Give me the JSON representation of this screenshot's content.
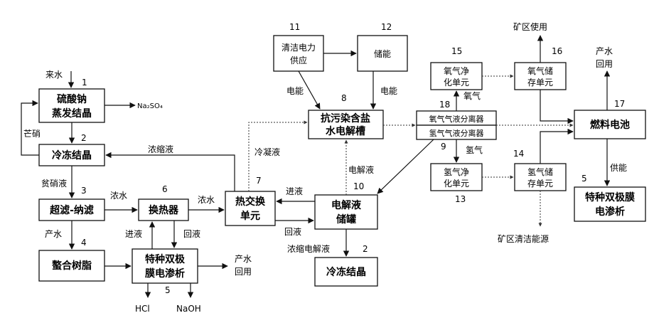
{
  "boxes": {
    "b1": [
      "硫酸钠",
      "蒸发结晶"
    ],
    "b2_top": [
      "冷冻结晶"
    ],
    "b3": [
      "超滤-纳滤"
    ],
    "b4": [
      "螯合树脂"
    ],
    "b6": [
      "换热器"
    ],
    "b5_bottom": [
      "特种双极",
      "膜电渗析"
    ],
    "b7": [
      "热交换",
      "单元"
    ],
    "b10": [
      "电解液",
      "储罐"
    ],
    "b2_bottom": [
      "冷冻结晶"
    ],
    "b8": [
      "抗污染含盐",
      "水电解槽"
    ],
    "b11": [
      "清洁电力",
      "供应"
    ],
    "b12": [
      "储能"
    ],
    "b18a": [
      "氧气气液分离器"
    ],
    "b18b": [
      "氢气气液分离器"
    ],
    "b15": [
      "氧气净",
      "化单元"
    ],
    "b16": [
      "氧气储",
      "存单元"
    ],
    "b13": [
      "氢气净",
      "化单元"
    ],
    "b14": [
      "氢气储",
      "存单元"
    ],
    "b17": [
      "燃料电池"
    ],
    "b5_right": [
      "特种双极膜",
      "电渗析"
    ]
  },
  "numbers": {
    "n1": "1",
    "n2a": "2",
    "n3": "3",
    "n4": "4",
    "n5a": "5",
    "n6": "6",
    "n7": "7",
    "n8": "8",
    "n9": "9",
    "n10": "10",
    "n2b": "2",
    "n11": "11",
    "n12": "12",
    "n13": "13",
    "n14": "14",
    "n15": "15",
    "n16": "16",
    "n17": "17",
    "n18": "18",
    "n5b": "5"
  },
  "labels": {
    "laishui": "来水",
    "na2so4": "Na₂SO₄",
    "mangxiao": "芒硝",
    "danwnsuo": "贫硝液",
    "nongshui": "浓水",
    "chanshui": "产水",
    "jinye": "进液",
    "huiye": "回液",
    "hcl": "HCl",
    "naoh": "NaOH",
    "chanshui_huiyong_1": "产水",
    "chanshui_huiyong_2": "回用",
    "nongsuoye": "浓缩液",
    "lengningye": "冷凝液",
    "nongshui2": "浓水",
    "jinye2": "进液",
    "huiye2": "回液",
    "nongsuo_dianjieye": "浓缩电解液",
    "dianjieye": "电解液",
    "dianneng1": "电能",
    "dianneng2": "电能",
    "yangqi": "氧气",
    "qingqi": "氢气",
    "kuangqu_shiyong": "矿区使用",
    "chanshui_top_1": "产水",
    "chanshui_top_2": "回用",
    "kuangqu_qingjie": "矿区清洁能源",
    "gongneng": "供能"
  }
}
